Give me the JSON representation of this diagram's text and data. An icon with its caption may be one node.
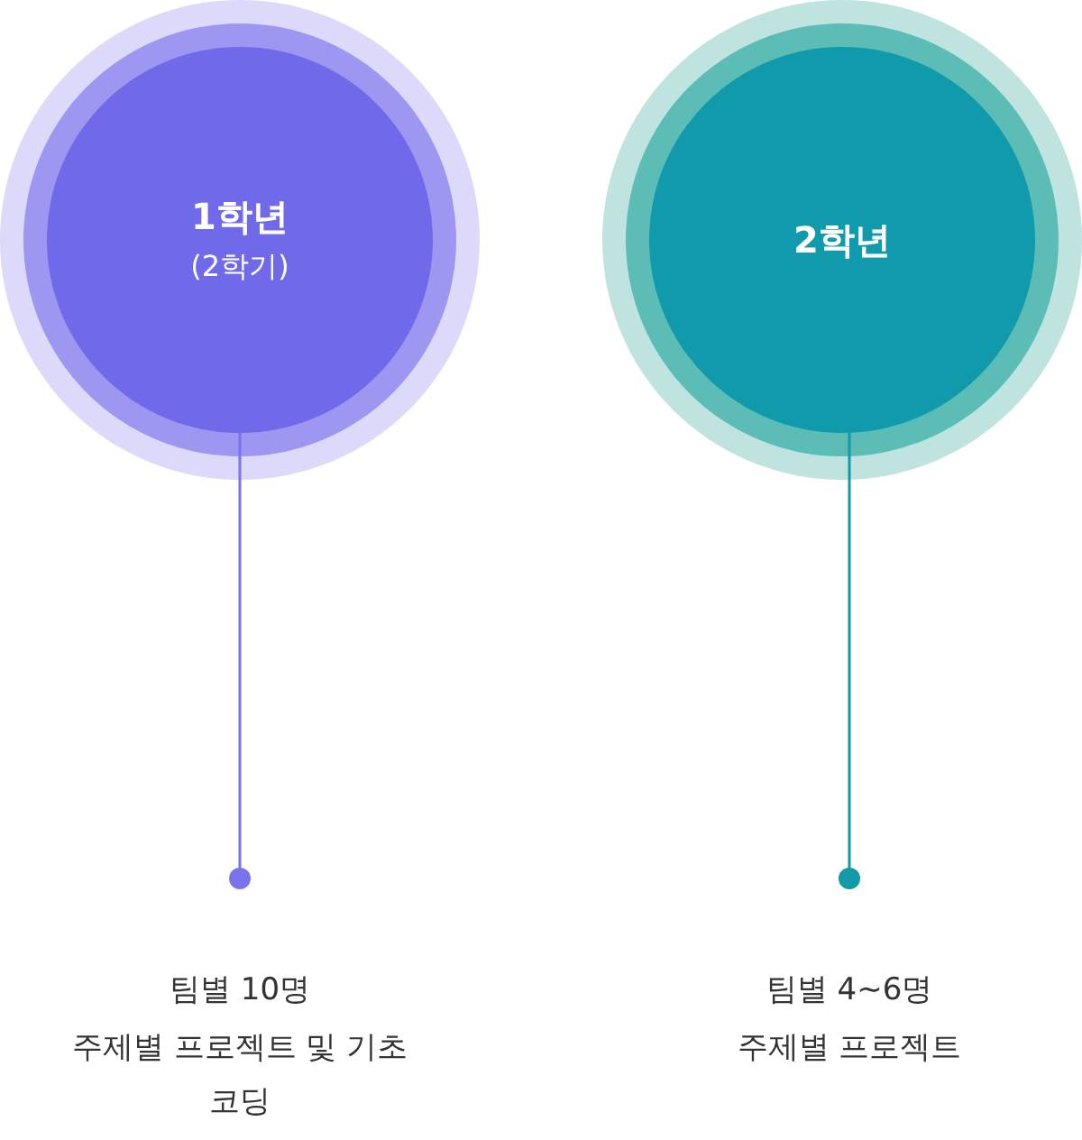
{
  "diagram": {
    "nodes": [
      {
        "text": [
          "1학년",
          "(2학기)"
        ]
      },
      {
        "text": [],
        "shape": "circle",
        "beside": [
          "팀별 10명",
          "주제별 프로젝트 및 기초 코딩"
        ]
      },
      {
        "text": [
          "2학년"
        ]
      },
      {
        "text": [],
        "shape": "circle",
        "beside": [
          "팀별 4~6명",
          "주제별 프로젝트"
        ]
      }
    ],
    "edges": [
      {
        "from": 0,
        "to": 1,
        "arrow": "none",
        "color": "#7b73ee"
      },
      {
        "from": 2,
        "to": 3,
        "arrow": "none",
        "color": "#139aa8"
      }
    ]
  }
}
